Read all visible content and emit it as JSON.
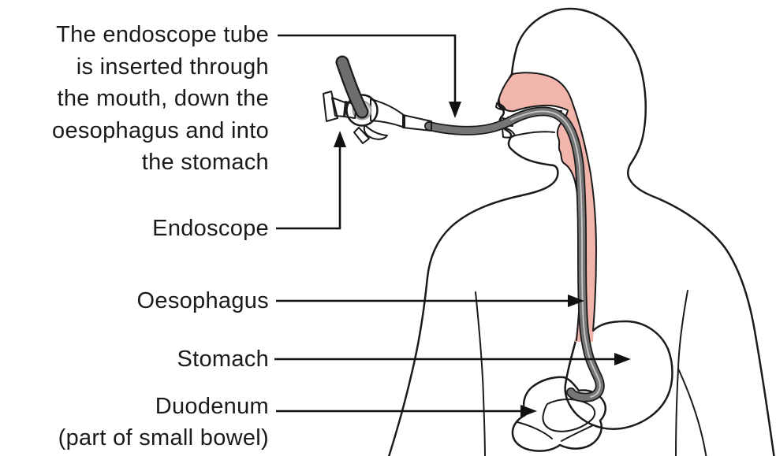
{
  "figure": {
    "description": "Cross-section diagram of an endoscopy: endoscope tube passing through mouth and oesophagus into the stomach"
  },
  "labels": {
    "intro_lines": [
      "The endoscope tube",
      "is inserted through",
      "the mouth, down the",
      "oesophagus and into",
      "the stomach"
    ],
    "endoscope": "Endoscope",
    "oesophagus": "Oesophagus",
    "stomach": "Stomach",
    "duodenum": "Duodenum",
    "duodenum_sub": "(part of small bowel)"
  },
  "colors": {
    "background": "#ffffff",
    "skin": "#f4e0c9",
    "cavity_pink": "#f2b5ac",
    "organ_pink": "#eeaca1",
    "outline": "#1b1b1b",
    "annotation": "#111111",
    "tube_gray": "#757575",
    "tube_highlight": "#c9c9c9",
    "device_light_gray": "#c6c6c6",
    "device_dark_gray": "#828282",
    "cable_gray": "#6e6e6e",
    "text": "#1a1a1a"
  }
}
